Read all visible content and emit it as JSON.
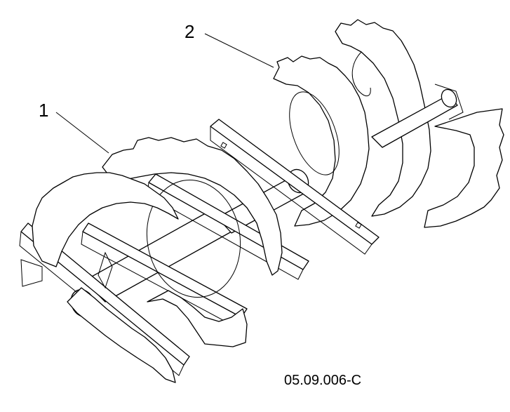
{
  "diagram": {
    "callouts": [
      {
        "id": "callout-1",
        "label": "1"
      },
      {
        "id": "callout-2",
        "label": "2"
      }
    ],
    "figure_code": "05.09.006-C"
  }
}
